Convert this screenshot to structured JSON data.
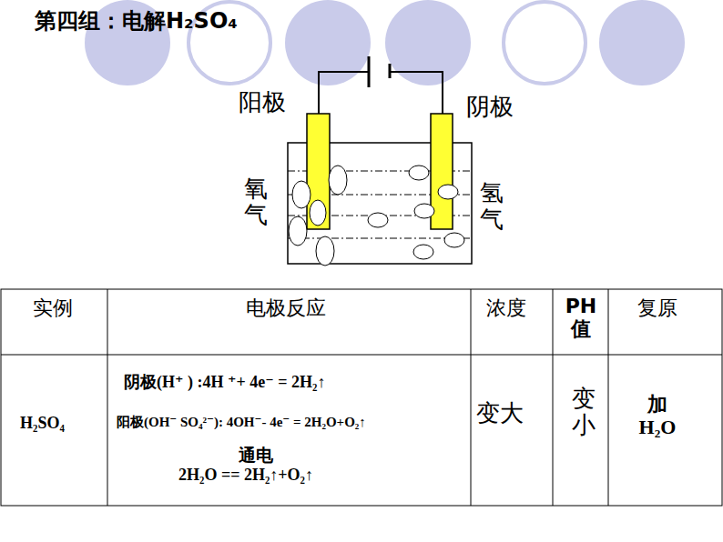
{
  "diagram": {
    "title": "第四组：电解H₂SO₄",
    "labels": [
      "阳极",
      "阴极",
      "氧气",
      "氢气",
      "实例",
      "电极反应",
      "浓度",
      "PH值",
      "复原",
      "H₂SO₄",
      "阴极(H⁺ ) :4H ⁺+ 4e⁻ = 2H₂↑",
      "阳极(OH⁻ SO₄²⁻): 4OH⁻- 4e⁻ = 2H₂O+O₂↑",
      "通电",
      "2H₂O == 2H₂↑+O₂↑",
      "变大",
      "变小",
      "加 H₂O"
    ]
  }
}
